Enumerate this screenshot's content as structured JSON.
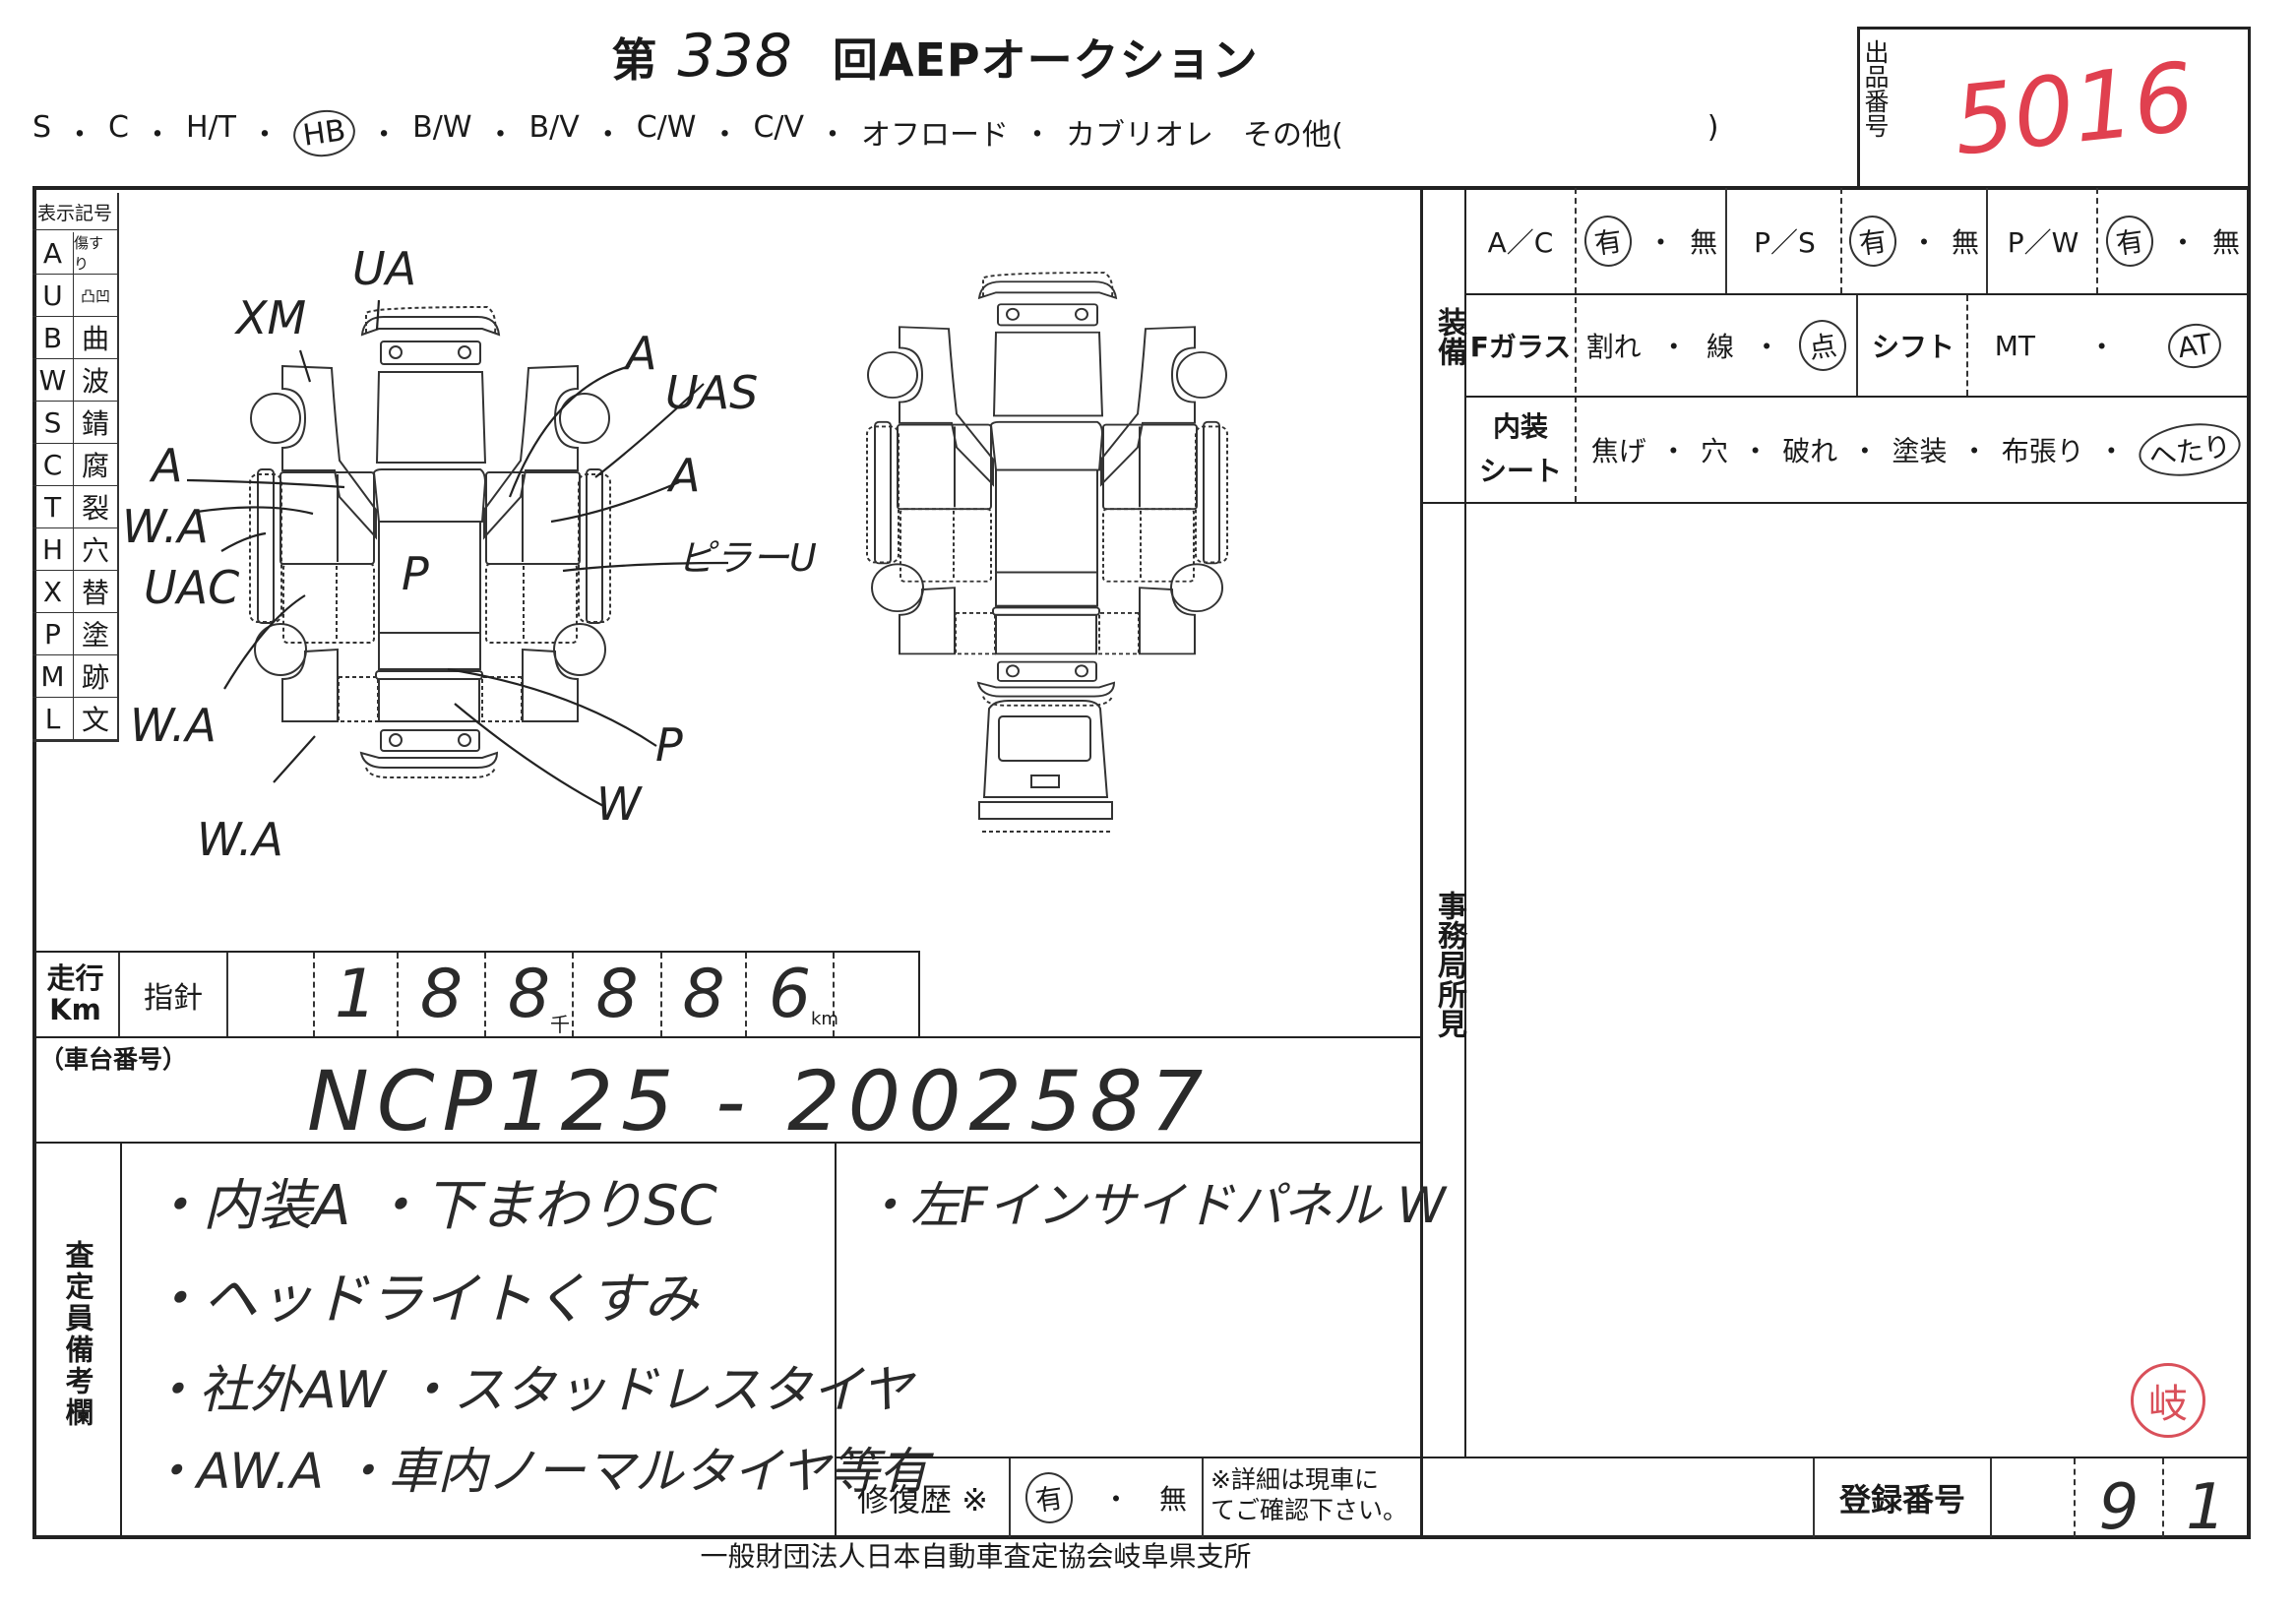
{
  "header": {
    "title_prefix": "第",
    "auction_number": "338",
    "title_suffix": "回AEPオークション"
  },
  "body_types": {
    "options": [
      "S",
      "C",
      "H/T",
      "HB",
      "B/W",
      "B/V",
      "C/W",
      "C/V",
      "オフロード",
      "カブリオレ"
    ],
    "selected": "HB",
    "other_label": "その他(",
    "other_close": ")"
  },
  "lot": {
    "label": "出品番号",
    "number": "5016",
    "number_color": "#e0404f"
  },
  "legend": {
    "header": "表示記号",
    "items": [
      {
        "code": "A",
        "meaning": "傷すり"
      },
      {
        "code": "U",
        "meaning": "凸凹"
      },
      {
        "code": "B",
        "meaning": "曲"
      },
      {
        "code": "W",
        "meaning": "波"
      },
      {
        "code": "S",
        "meaning": "錆"
      },
      {
        "code": "C",
        "meaning": "腐"
      },
      {
        "code": "T",
        "meaning": "裂"
      },
      {
        "code": "H",
        "meaning": "穴"
      },
      {
        "code": "X",
        "meaning": "替"
      },
      {
        "code": "P",
        "meaning": "塗"
      },
      {
        "code": "M",
        "meaning": "跡"
      },
      {
        "code": "L",
        "meaning": "文"
      }
    ]
  },
  "damage_marks": [
    "XM",
    "UA",
    "A",
    "UAS",
    "A",
    "A",
    "W.A",
    "UAC",
    "P",
    "ピラーU",
    "W.A",
    "W.A",
    "P",
    "W"
  ],
  "equipment": {
    "section_label": "装備",
    "ac": {
      "label": "A／C",
      "options": [
        "有",
        "無"
      ],
      "selected": "有"
    },
    "ps": {
      "label": "P／S",
      "options": [
        "有",
        "無"
      ],
      "selected": "有"
    },
    "pw": {
      "label": "P／W",
      "options": [
        "有",
        "無"
      ],
      "selected": "有"
    },
    "fglass": {
      "label": "Fガラス",
      "options": [
        "割れ",
        "線",
        "点"
      ],
      "selected": "点"
    },
    "shift": {
      "label": "シフト",
      "options": [
        "MT",
        "AT"
      ],
      "selected": "AT"
    },
    "interior": {
      "label1": "内装",
      "label2": "シート",
      "options": [
        "焦げ",
        "穴",
        "破れ",
        "塗装",
        "布張り",
        "へたり"
      ],
      "selected": "へたり"
    }
  },
  "office_remarks": {
    "label": "事務局所見"
  },
  "odometer": {
    "label1": "走行",
    "label2": "Km",
    "needle_label": "指針",
    "digits": [
      "",
      "1",
      "8",
      "8",
      "8",
      "8",
      "6",
      ""
    ],
    "thousand_unit": "千",
    "km_unit": "km"
  },
  "chassis": {
    "label": "（車台番号）",
    "value": "NCP125 - 2002587"
  },
  "inspector": {
    "label": "査定員備考欄",
    "notes": [
      "・内装A ・下まわりSC",
      "・ヘッドライトくすみ",
      "・社外AW ・スタッドレスタイヤ",
      "・AW.A ・車内ノーマルタイヤ等有"
    ],
    "right_note": "・左Fインサイドパネル W"
  },
  "repair_history": {
    "label": "修復歴 ※",
    "options": [
      "有",
      "無"
    ],
    "selected": "有",
    "notice_line1": "※詳細は現車に",
    "notice_line2": "てご確認下さい。"
  },
  "registration": {
    "label": "登録番号",
    "digit1": "9",
    "digit2": "1"
  },
  "stamp": {
    "text": "岐",
    "color": "#d9505a"
  },
  "footer": "一般財団法人日本自動車査定協会岐阜県支所"
}
